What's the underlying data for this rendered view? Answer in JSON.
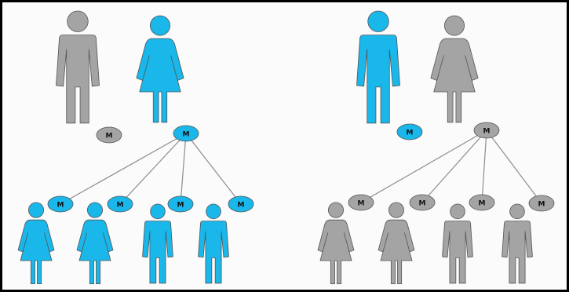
{
  "colors": {
    "affected": "#19b7ea",
    "unaffected": "#a4a4a4",
    "line": "#8d8d8d",
    "outline": "#555555",
    "label_text": "#111111"
  },
  "mito_label": "M",
  "panels": [
    {
      "name": "left-pedigree",
      "father": {
        "sex": "male",
        "affected": false
      },
      "mother": {
        "sex": "female",
        "affected": true
      },
      "father_mito_affected": false,
      "mother_mito_affected": true,
      "children": [
        {
          "sex": "female",
          "affected": true,
          "mito_affected": true
        },
        {
          "sex": "female",
          "affected": true,
          "mito_affected": true
        },
        {
          "sex": "male",
          "affected": true,
          "mito_affected": true
        },
        {
          "sex": "male",
          "affected": true,
          "mito_affected": true
        }
      ]
    },
    {
      "name": "right-pedigree",
      "father": {
        "sex": "male",
        "affected": true
      },
      "mother": {
        "sex": "female",
        "affected": false
      },
      "father_mito_affected": true,
      "mother_mito_affected": false,
      "children": [
        {
          "sex": "female",
          "affected": false,
          "mito_affected": false
        },
        {
          "sex": "female",
          "affected": false,
          "mito_affected": false
        },
        {
          "sex": "male",
          "affected": false,
          "mito_affected": false
        },
        {
          "sex": "male",
          "affected": false,
          "mito_affected": false
        }
      ]
    }
  ]
}
